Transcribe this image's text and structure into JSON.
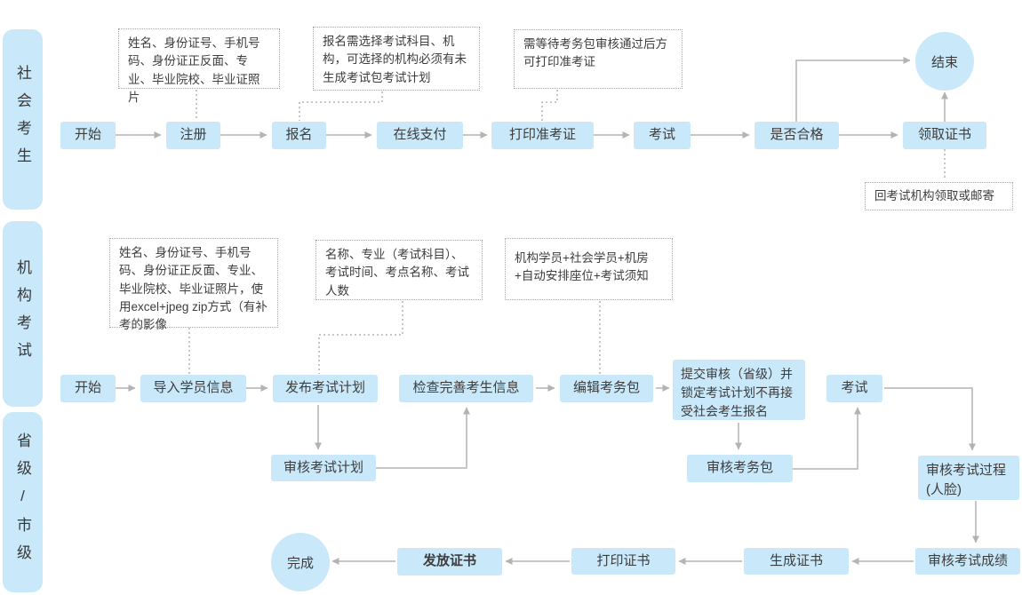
{
  "colors": {
    "node_fill": "#c9e8f9",
    "node_text": "#3d3d3d",
    "arrow": "#b3b3b3",
    "note_border": "#a3a3a3",
    "background": "#ffffff"
  },
  "lanes": {
    "social": "社会考生",
    "institution": "机构考试",
    "province": "省级/市级"
  },
  "social": {
    "nodes": {
      "start": "开始",
      "register": "注册",
      "signup": "报名",
      "pay": "在线支付",
      "print_admission": "打印准考证",
      "exam": "考试",
      "pass_check": "是否合格",
      "receive_cert": "领取证书",
      "end": "结束"
    },
    "notes": {
      "register_info": "姓名、身份证号、手机号码、身份证正反面、专业、毕业院校、毕业证照片",
      "signup_info": "报名需选择考试科目、机构，可选择的机构必须有未生成考试包考试计划",
      "admission_info": "需等待考务包审核通过后方可打印准考证",
      "cert_info": "回考试机构领取或邮寄"
    }
  },
  "institution": {
    "nodes": {
      "start": "开始",
      "import_students": "导入学员信息",
      "publish_plan": "发布考试计划",
      "check_info": "检查完善考生信息",
      "edit_package": "编辑考务包",
      "submit_review": "提交审核（省级）并锁定考试计划不再接受社会考生报名",
      "exam": "考试"
    },
    "notes": {
      "import_info": "姓名、身份证号、手机号码、身份证正反面、专业、毕业院校、毕业证照片，使用excel+jpeg zip方式（有补考的影像",
      "plan_info": "名称、专业（考试科目）、考试时间、考点名称、考试人数",
      "package_info": "机构学员+社会学员+机房+自动安排座位+考试须知"
    }
  },
  "province": {
    "nodes": {
      "review_plan": "审核考试计划",
      "review_package": "审核考务包",
      "review_process": "审核考试过程(人脸)",
      "review_scores": "审核考试成绩",
      "generate_cert": "生成证书",
      "print_cert": "打印证书",
      "issue_cert": "发放证书",
      "finish": "完成"
    }
  }
}
